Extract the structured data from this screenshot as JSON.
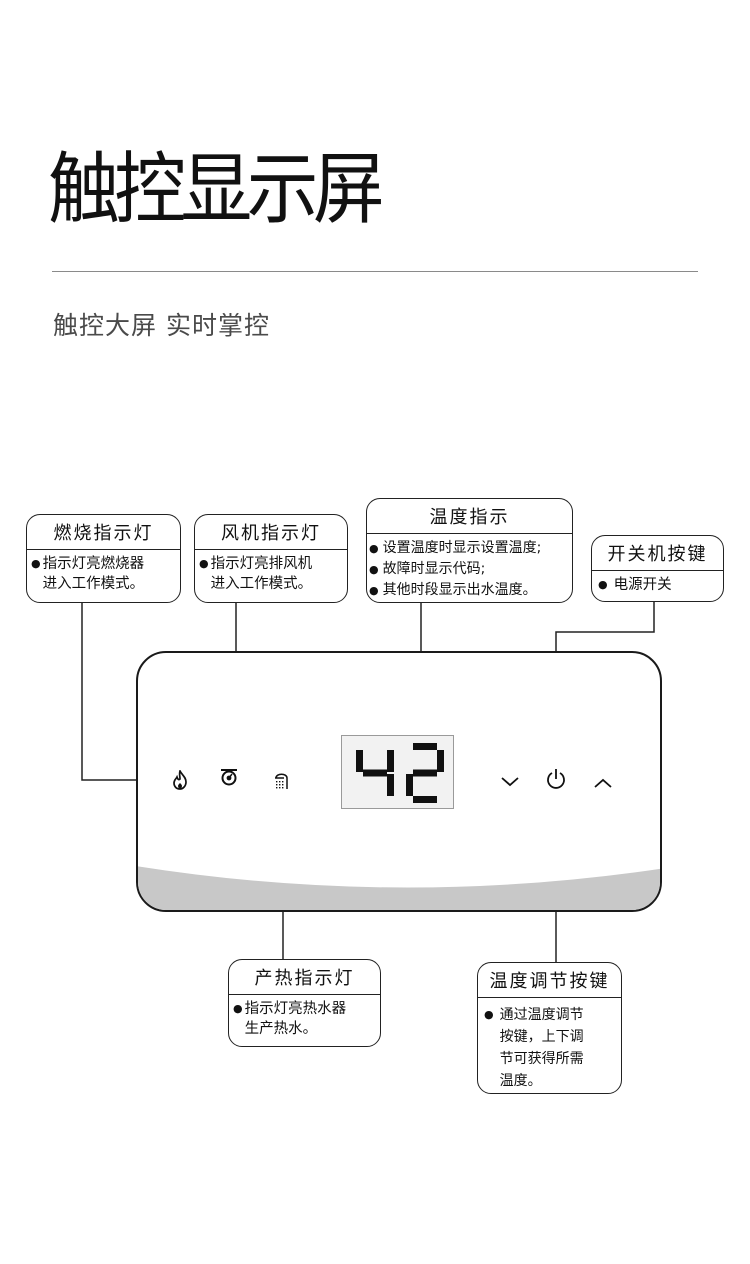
{
  "header": {
    "title": "触控显示屏",
    "subtitle": "触控大屏 实时掌控"
  },
  "callouts": {
    "burner": {
      "title": "燃烧指示灯",
      "items": [
        "指示灯亮燃烧器\n进入工作模式。"
      ]
    },
    "fan": {
      "title": "风机指示灯",
      "items": [
        "指示灯亮排风机\n进入工作模式。"
      ]
    },
    "temperature": {
      "title": "温度指示",
      "items": [
        "设置温度时显示设置温度;",
        "故障时显示代码;",
        "其他时段显示出水温度。"
      ]
    },
    "power": {
      "title": "开关机按键",
      "items": [
        "电源开关"
      ]
    },
    "heating": {
      "title": "产热指示灯",
      "items": [
        "指示灯亮热水器\n生产热水。"
      ]
    },
    "temp_adjust": {
      "title": "温度调节按键",
      "items": [
        "通过温度调节\n按键，上下调\n节可获得所需\n温度。"
      ]
    }
  },
  "display": {
    "temperature_value": "42"
  },
  "icons": {
    "burner": "flame-icon",
    "fan": "fan-icon",
    "heating": "shower-icon",
    "down": "chevron-down-icon",
    "power": "power-icon",
    "up": "chevron-up-icon"
  },
  "colors": {
    "line": "#222222",
    "panel_band": "#c8c8c8",
    "lcd_bg": "#f2f2f2",
    "segment": "#111111"
  }
}
